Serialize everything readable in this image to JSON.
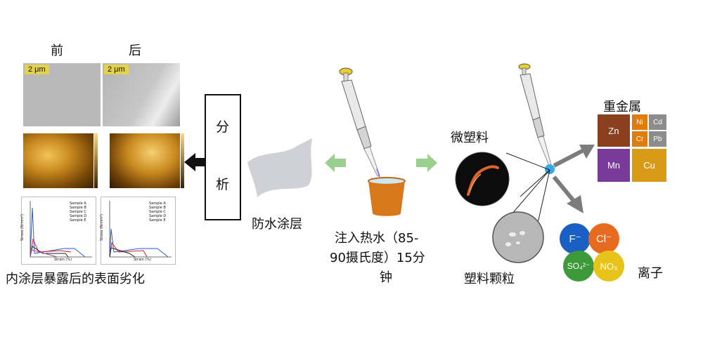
{
  "before_label": "前",
  "after_label": "后",
  "scale_bar": "2 μm",
  "bottom_left_caption": "内涂层暴露后的表面劣化",
  "analysis_box": {
    "char1": "分",
    "char2": "析"
  },
  "coating_label": "防水涂层",
  "hot_water_caption": {
    "line1": "注入热水（85-",
    "line2": "90摄氏度）15分",
    "line3": "钟"
  },
  "microplastics_label": "微塑料",
  "plastic_particles_label": "塑料颗粒",
  "heavy_metals": {
    "title": "重金属",
    "elements": [
      "Zn",
      "Ni",
      "Cd",
      "Cr",
      "Pb",
      "Mn",
      "Cu"
    ],
    "colors": {
      "Zn": "#8a3f1d",
      "Ni": "#e07b10",
      "Cd": "#8c8c8c",
      "Cr": "#e07b10",
      "Pb": "#8c8c8c",
      "Mn": "#7a3a9c",
      "Cu": "#d99a16"
    }
  },
  "ions": {
    "title": "离子",
    "items": [
      {
        "label": "F⁻",
        "color": "#1a5fc4"
      },
      {
        "label": "Cl⁻",
        "color": "#e86a1e"
      },
      {
        "label": "SO₄²⁻",
        "color": "#3c9a3a"
      },
      {
        "label": "NO₃",
        "color": "#e8c41a"
      }
    ]
  },
  "stress_strain": {
    "y_label": "Stress (N/mm²)",
    "x_label": "Strain (%)",
    "legend": [
      "Sample A",
      "Sample B",
      "Sample C",
      "Sample D",
      "Sample E"
    ]
  },
  "colors": {
    "green_arrow": "#9bcf8f",
    "gray_arrow": "#7c7c7c",
    "cup": "#d9781a"
  }
}
